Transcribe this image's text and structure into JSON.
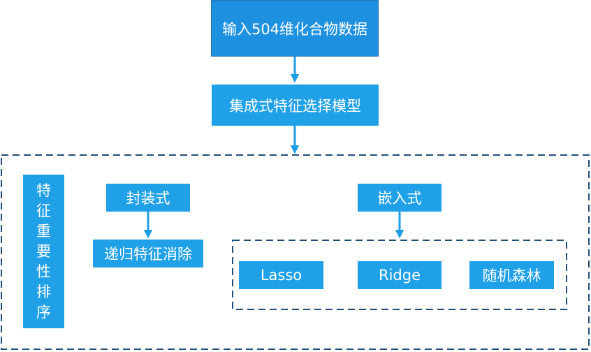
{
  "diagram": {
    "accent_color": "#1e9ee6",
    "nodes": {
      "input": "输入504维化合物数据",
      "ensemble_model": "集成式特征选择模型",
      "wrapper": "封装式",
      "rfe": "递归特征消除",
      "embedded": "嵌入式",
      "lasso": "Lasso",
      "ridge": "Ridge",
      "random_forest": "随机森林",
      "importance_ranking": [
        "特",
        "征",
        "重",
        "要",
        "性",
        "排",
        "序"
      ]
    }
  }
}
